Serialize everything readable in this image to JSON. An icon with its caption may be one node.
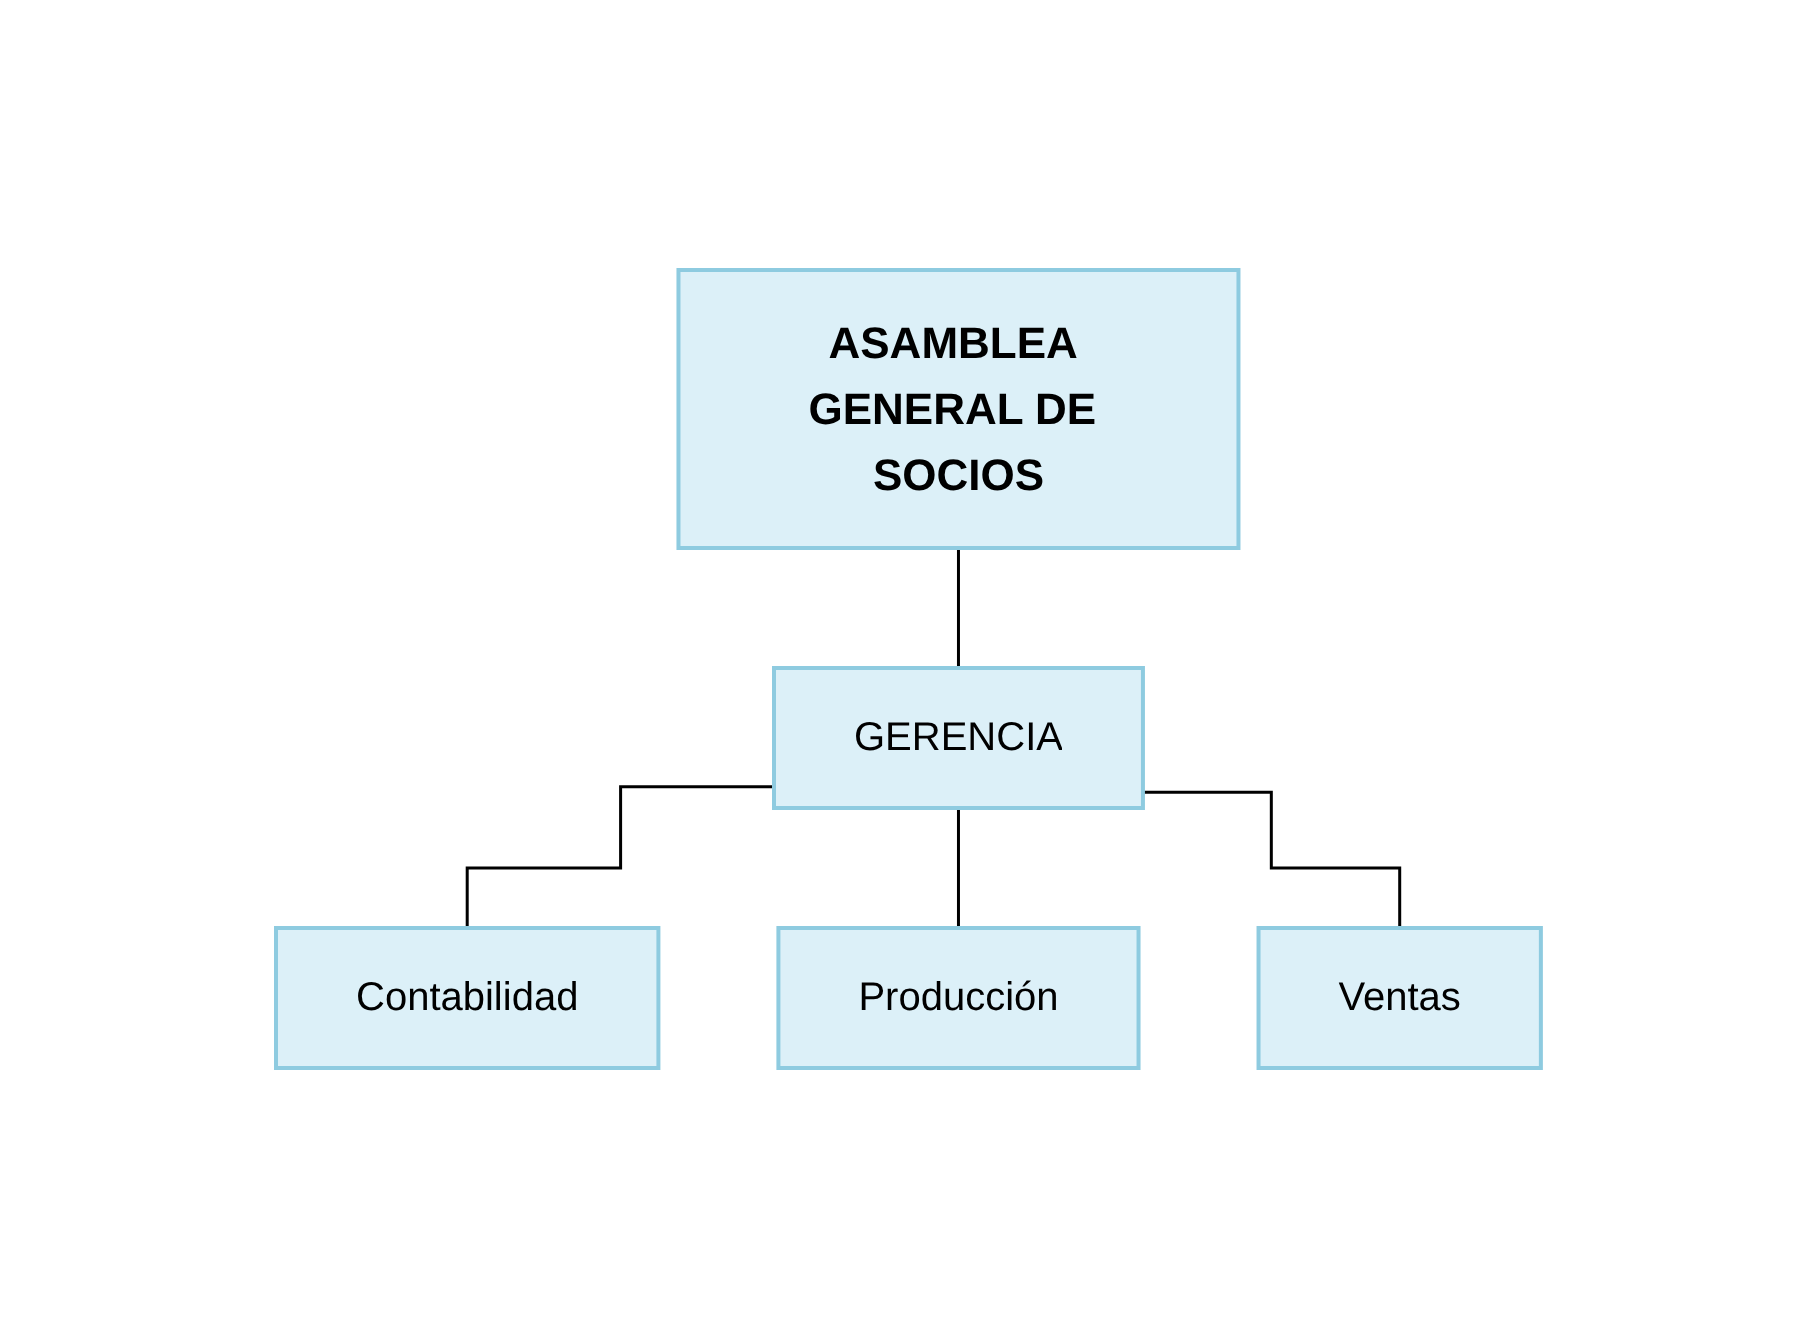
{
  "diagram": {
    "nodes": [
      {
        "text": [
          "ASAMBLEA GENERAL DE SOCIOS"
        ]
      },
      {
        "text": [
          "GERENCIA"
        ]
      },
      {
        "text": [
          "Contabilidad"
        ]
      },
      {
        "text": [
          "Producción"
        ]
      },
      {
        "text": [
          "Ventas"
        ]
      }
    ],
    "edges": [
      {
        "from": 0,
        "to": 1,
        "arrow": "none"
      },
      {
        "from": 1,
        "to": 2,
        "arrow": "none"
      },
      {
        "from": 1,
        "to": 3,
        "arrow": "none"
      },
      {
        "from": 1,
        "to": 4,
        "arrow": "none"
      }
    ]
  }
}
